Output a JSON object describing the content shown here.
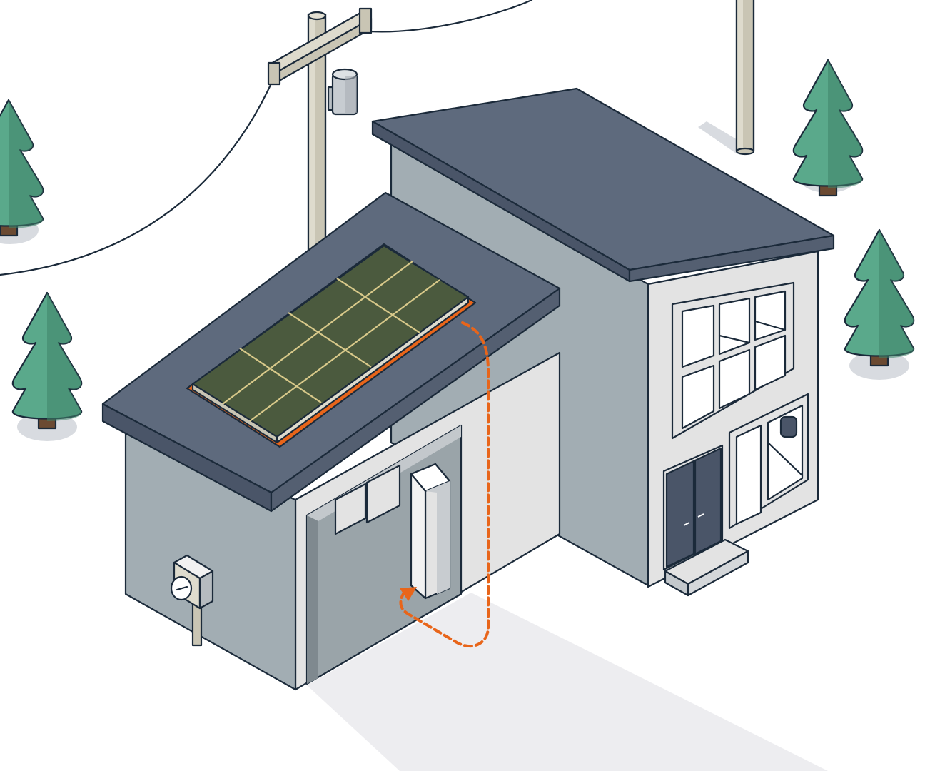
{
  "scene": {
    "title": "",
    "components": [
      "utility-pole",
      "power-lines",
      "transformer",
      "house",
      "garage",
      "solar-panel",
      "battery",
      "inverter",
      "electric-meter",
      "pine-trees"
    ]
  },
  "colors": {
    "background": "#ffffff",
    "outline": "#1b2a3a",
    "roof": "#5e6a7d",
    "roof_edge": "#4a5568",
    "wall_light": "#e3e3e3",
    "wall_mid": "#a2adb3",
    "wall_dark": "#8f9aa1",
    "solar_cell": "#4b5a3e",
    "solar_grid": "#d8c98a",
    "accent_orange": "#e8651a",
    "tree_light": "#5aa98b",
    "tree_dark": "#3f8469",
    "trunk": "#6b4a32",
    "pole": "#c9c5b4",
    "shadow": "#e6e7ea",
    "door": "#4a5568"
  },
  "flow": {
    "style": "dashed",
    "color_ref": "accent_orange",
    "from": "solar-panel",
    "to": "battery"
  },
  "icons": {
    "trees": "pine-tree-icon",
    "meter": "electric-meter-icon",
    "battery": "home-battery-icon",
    "panel": "solar-panel-icon"
  }
}
